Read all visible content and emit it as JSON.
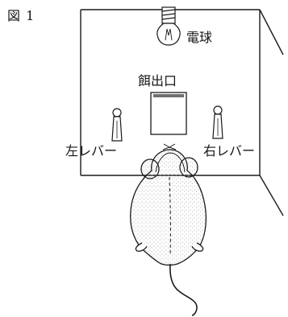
{
  "figure": {
    "label": "図 1",
    "bulb_label": "電球",
    "feeder_label": "餌出口",
    "left_lever_label": "左レバー",
    "right_lever_label": "右レバー"
  },
  "colors": {
    "line": "#1a1a1a",
    "background": "#ffffff",
    "stipple": "#8a8a8a"
  },
  "icons": [
    "light-bulb-icon",
    "lever-icon",
    "rat-icon"
  ]
}
